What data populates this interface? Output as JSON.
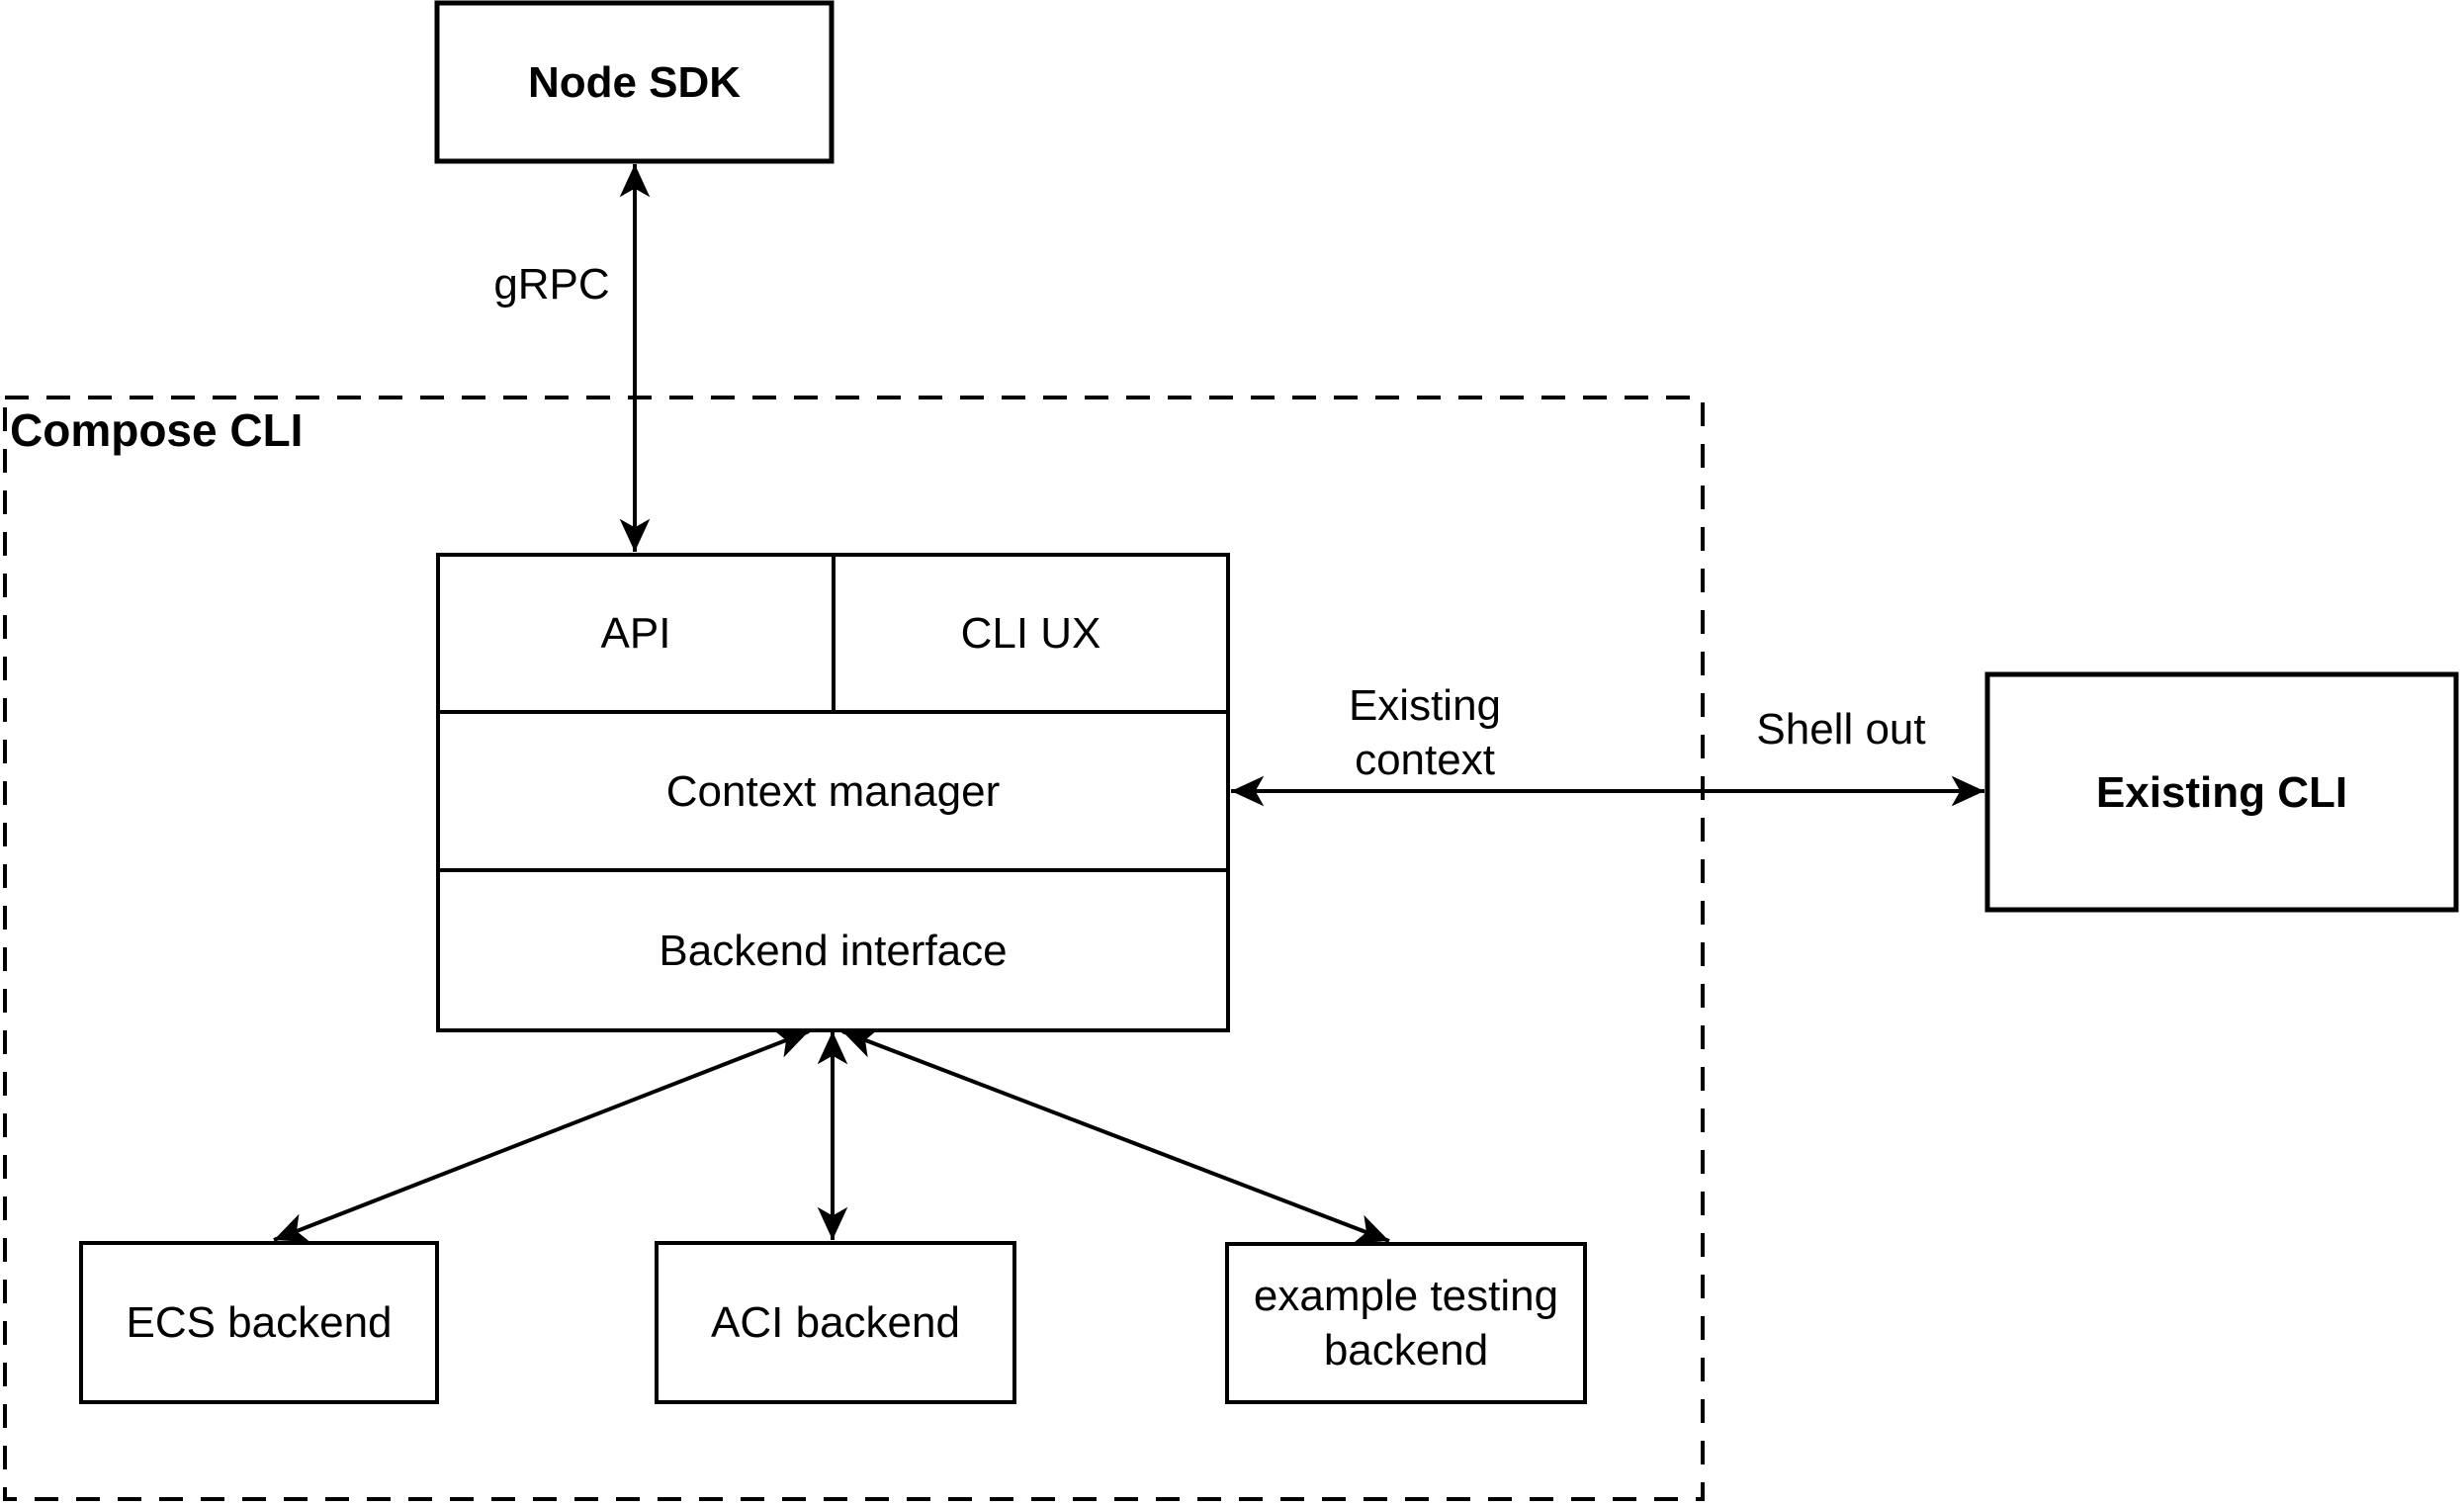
{
  "diagram": {
    "background_color": "#ffffff",
    "stroke_color": "#000000",
    "nodes": {
      "node_sdk": "Node SDK",
      "api": "API",
      "cli_ux": "CLI UX",
      "context_manager": "Context manager",
      "backend_interface": "Backend interface",
      "existing_cli": "Existing CLI",
      "ecs_backend": "ECS backend",
      "aci_backend": "ACI backend",
      "example_testing_backend": "example testing backend"
    },
    "containers": {
      "compose_cli": "Compose CLI"
    },
    "edge_labels": {
      "grpc": "gRPC",
      "existing_context": "Existing context",
      "shell_out": "Shell out"
    }
  }
}
